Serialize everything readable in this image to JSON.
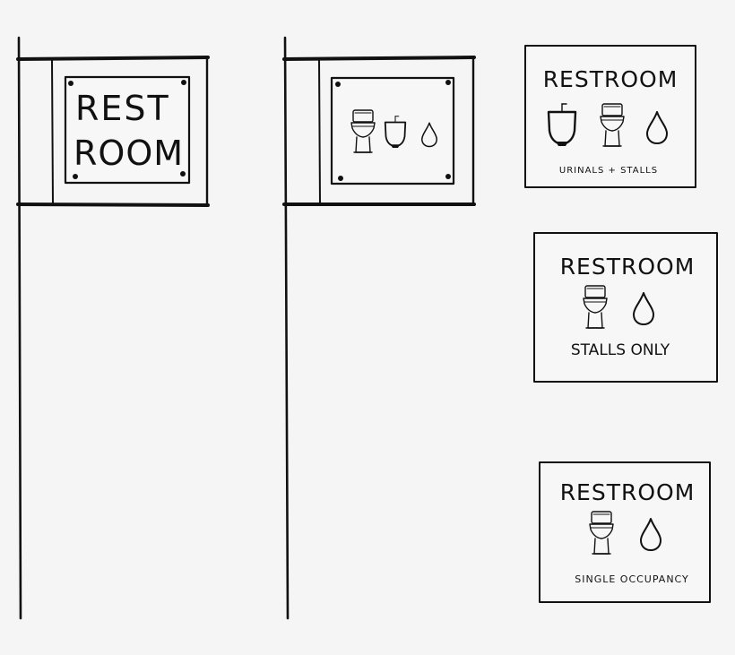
{
  "wall_sign": {
    "line1": "REST",
    "line2": "ROOM"
  },
  "icon_sign": {
    "icons": [
      "toilet-icon",
      "urinal-icon",
      "water-drop-icon"
    ]
  },
  "signs": [
    {
      "title": "RESTROOM",
      "caption": "URINALS + STALLS",
      "icons": [
        "urinal-icon",
        "toilet-icon",
        "water-drop-icon"
      ]
    },
    {
      "title": "RESTROOM",
      "caption": "STALLS ONLY",
      "icons": [
        "toilet-icon",
        "water-drop-icon"
      ]
    },
    {
      "title": "RESTROOM",
      "caption": "SINGLE OCCUPANCY",
      "icons": [
        "toilet-icon",
        "water-drop-icon"
      ]
    }
  ]
}
